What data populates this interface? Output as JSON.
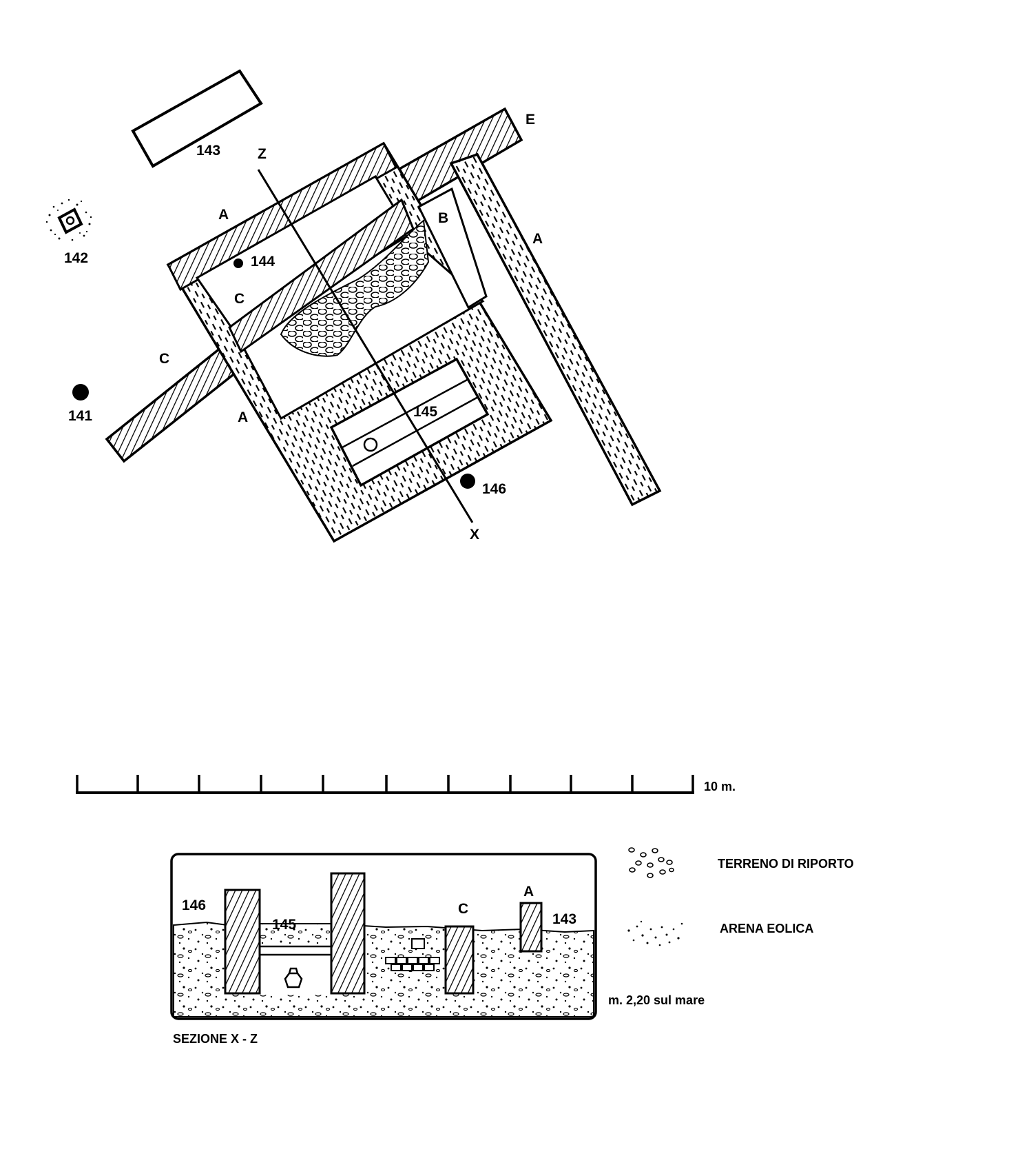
{
  "plan": {
    "labels": {
      "l143": "143",
      "l142": "142",
      "l141": "141",
      "l144": "144",
      "l145": "145",
      "l146": "146",
      "z": "Z",
      "x": "X",
      "e": "E",
      "a1": "A",
      "a2": "A",
      "a3": "A",
      "b": "B",
      "c1": "C",
      "c2": "C"
    }
  },
  "scale": {
    "label": "10 m."
  },
  "section": {
    "title": "SEZIONE X - Z",
    "labels": {
      "l146": "146",
      "l145": "145",
      "c": "C",
      "a": "A",
      "l143": "143"
    },
    "elevation_note": "m. 2,20 sul mare"
  },
  "legend": {
    "fill_label": "TERRENO DI RIPORTO",
    "sand_label": "ARENA EOLICA"
  }
}
